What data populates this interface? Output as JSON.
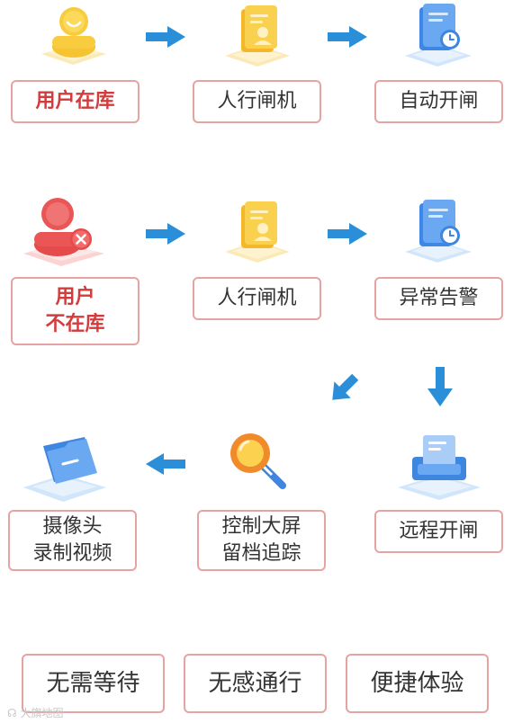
{
  "row1": {
    "step1": "用户在库",
    "step2": "人行闸机",
    "step3": "自动开闸"
  },
  "row2": {
    "step1": "用户\n不在库",
    "step2": "人行闸机",
    "step3": "异常告警"
  },
  "row3": {
    "step1": "远程开闸",
    "step2": "控制大屏\n留档追踪",
    "step3": "摄像头\n录制视频"
  },
  "benefits": [
    "无需等待",
    "无感通行",
    "便捷体验"
  ],
  "watermark": "大旗地图"
}
